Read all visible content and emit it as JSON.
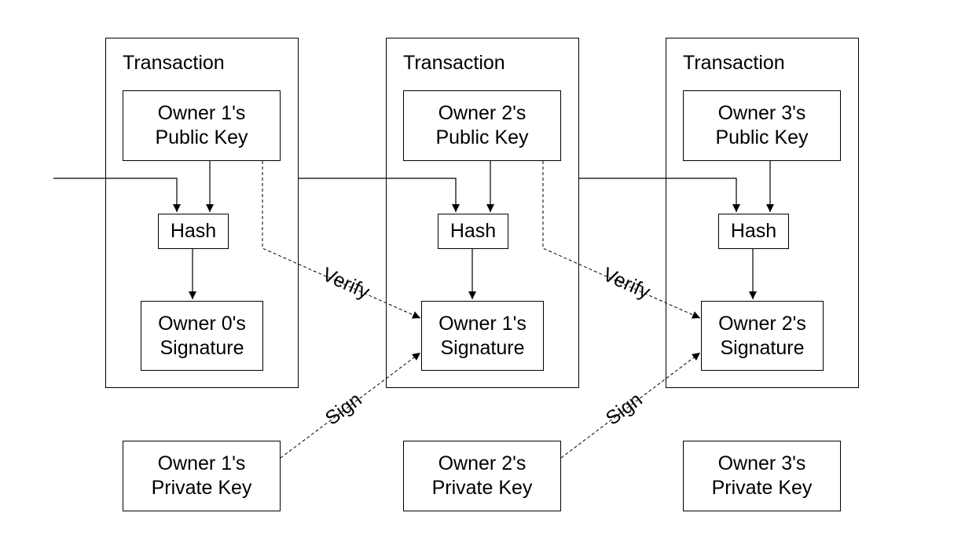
{
  "transactions": [
    {
      "title": "Transaction",
      "public_key": [
        "Owner 1's",
        "Public Key"
      ],
      "hash": "Hash",
      "signature": [
        "Owner 0's",
        "Signature"
      ]
    },
    {
      "title": "Transaction",
      "public_key": [
        "Owner 2's",
        "Public Key"
      ],
      "hash": "Hash",
      "signature": [
        "Owner 1's",
        "Signature"
      ]
    },
    {
      "title": "Transaction",
      "public_key": [
        "Owner 3's",
        "Public Key"
      ],
      "hash": "Hash",
      "signature": [
        "Owner 2's",
        "Signature"
      ]
    }
  ],
  "private_keys": [
    [
      "Owner 1's",
      "Private Key"
    ],
    [
      "Owner 2's",
      "Private Key"
    ],
    [
      "Owner 3's",
      "Private Key"
    ]
  ],
  "edge_labels": {
    "verify": "Verify",
    "sign": "Sign"
  }
}
